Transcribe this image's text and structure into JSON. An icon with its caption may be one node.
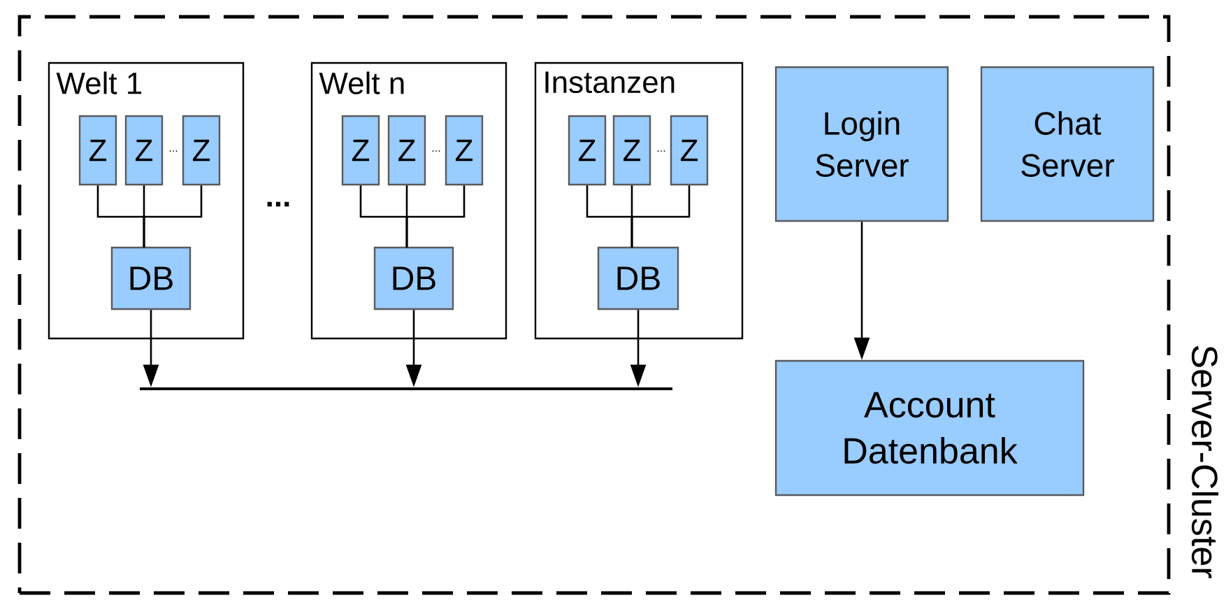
{
  "diagram": {
    "nodes": [
      {
        "text": [
          "Server-Cluster"
        ]
      },
      {
        "text": [
          "Welt 1"
        ],
        "in": 0
      },
      {
        "text": [
          "Z"
        ],
        "in": 1
      },
      {
        "text": [
          "Z"
        ],
        "in": 1
      },
      {
        "text": [
          "Z"
        ],
        "in": 1
      },
      {
        "text": [
          "DB"
        ],
        "in": 1
      },
      {
        "text": [
          "Welt n"
        ],
        "in": 0
      },
      {
        "text": [
          "Z"
        ],
        "in": 6
      },
      {
        "text": [
          "Z"
        ],
        "in": 6
      },
      {
        "text": [
          "Z"
        ],
        "in": 6
      },
      {
        "text": [
          "DB"
        ],
        "in": 6
      },
      {
        "text": [
          "Instanzen"
        ],
        "in": 0
      },
      {
        "text": [
          "Z"
        ],
        "in": 11
      },
      {
        "text": [
          "Z"
        ],
        "in": 11
      },
      {
        "text": [
          "Z"
        ],
        "in": 11
      },
      {
        "text": [
          "DB"
        ],
        "in": 11
      },
      {
        "text": [
          "Login Server"
        ],
        "in": 0
      },
      {
        "text": [
          "Chat Server"
        ],
        "in": 0
      },
      {
        "text": [
          "Account Datenbank"
        ],
        "in": 0
      },
      {
        "text": [],
        "shape": "bar",
        "in": 0
      }
    ],
    "edges": [
      {
        "from": 2,
        "to": 5,
        "arrow": "none"
      },
      {
        "from": 3,
        "to": 5,
        "arrow": "none"
      },
      {
        "from": 4,
        "to": 5,
        "arrow": "none"
      },
      {
        "from": 7,
        "to": 10,
        "arrow": "none"
      },
      {
        "from": 8,
        "to": 10,
        "arrow": "none"
      },
      {
        "from": 9,
        "to": 10,
        "arrow": "none"
      },
      {
        "from": 12,
        "to": 15,
        "arrow": "none"
      },
      {
        "from": 13,
        "to": 15,
        "arrow": "none"
      },
      {
        "from": 14,
        "to": 15,
        "arrow": "none"
      },
      {
        "from": 5,
        "to": 19,
        "arrow": "to"
      },
      {
        "from": 10,
        "to": 19,
        "arrow": "to"
      },
      {
        "from": 15,
        "to": 19,
        "arrow": "to"
      },
      {
        "from": 16,
        "to": 18,
        "arrow": "to"
      }
    ],
    "labels": [
      "...",
      "...",
      "...",
      "..."
    ]
  }
}
